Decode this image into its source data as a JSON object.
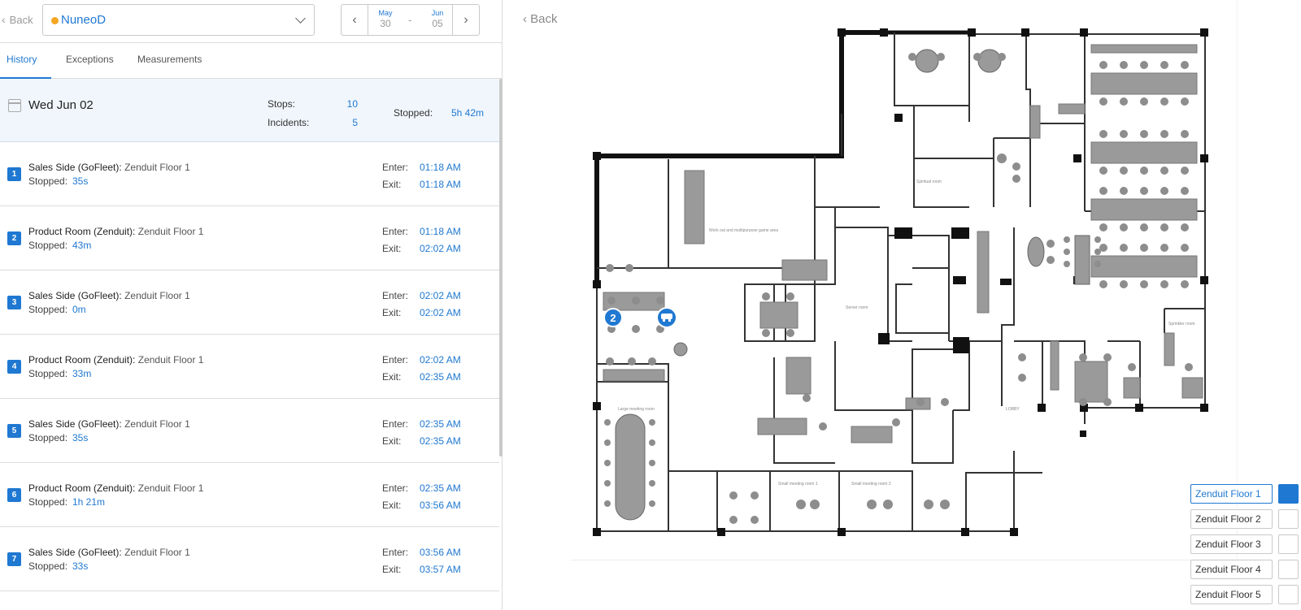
{
  "header": {
    "back_label": "Back",
    "device_name": "NuneoD",
    "date_range": {
      "from_month": "May",
      "from_day": "30",
      "separator": "-",
      "to_month": "Jun",
      "to_day": "05"
    }
  },
  "tabs": [
    {
      "label": "History",
      "active": true
    },
    {
      "label": "Exceptions",
      "active": false
    },
    {
      "label": "Measurements",
      "active": false
    }
  ],
  "summary": {
    "date": "Wed Jun 02",
    "stops_label": "Stops:",
    "stops_value": "10",
    "incidents_label": "Incidents:",
    "incidents_value": "5",
    "stopped_label": "Stopped:",
    "stopped_value": "5h 42m"
  },
  "labels": {
    "stopped": "Stopped:",
    "enter": "Enter:",
    "exit": "Exit:"
  },
  "stops": [
    {
      "num": "1",
      "zone": "Sales Side (GoFleet):",
      "floor": "Zenduit Floor 1",
      "stopped": "35s",
      "enter": "01:18 AM",
      "exit": "01:18 AM"
    },
    {
      "num": "2",
      "zone": "Product Room (Zenduit):",
      "floor": "Zenduit Floor 1",
      "stopped": "43m",
      "enter": "01:18 AM",
      "exit": "02:02 AM"
    },
    {
      "num": "3",
      "zone": "Sales Side (GoFleet):",
      "floor": "Zenduit Floor 1",
      "stopped": "0m",
      "enter": "02:02 AM",
      "exit": "02:02 AM"
    },
    {
      "num": "4",
      "zone": "Product Room (Zenduit):",
      "floor": "Zenduit Floor 1",
      "stopped": "33m",
      "enter": "02:02 AM",
      "exit": "02:35 AM"
    },
    {
      "num": "5",
      "zone": "Sales Side (GoFleet):",
      "floor": "Zenduit Floor 1",
      "stopped": "35s",
      "enter": "02:35 AM",
      "exit": "02:35 AM"
    },
    {
      "num": "6",
      "zone": "Product Room (Zenduit):",
      "floor": "Zenduit Floor 1",
      "stopped": "1h 21m",
      "enter": "02:35 AM",
      "exit": "03:56 AM"
    },
    {
      "num": "7",
      "zone": "Sales Side (GoFleet):",
      "floor": "Zenduit Floor 1",
      "stopped": "33s",
      "enter": "03:56 AM",
      "exit": "03:57 AM"
    }
  ],
  "map": {
    "back_label": "Back",
    "marker_label": "2",
    "rooms": {
      "spiritual": "Spiritual room",
      "workout": "Work out and multipurpose game area",
      "server": "Server room",
      "sprinkler": "Sprinkler room",
      "lobby": "LOBBY",
      "large_meeting": "Large meeting room",
      "small_meeting_1": "Small meeting room 1",
      "small_meeting_2": "Small meeting room 2"
    },
    "floors": [
      {
        "label": "Zenduit Floor 1",
        "active": true
      },
      {
        "label": "Zenduit Floor 2",
        "active": false
      },
      {
        "label": "Zenduit Floor 3",
        "active": false
      },
      {
        "label": "Zenduit Floor 4",
        "active": false
      },
      {
        "label": "Zenduit Floor 5",
        "active": false
      }
    ]
  },
  "colors": {
    "accent": "#1f78d1",
    "device_dot": "#f5a623",
    "summary_bg": "#f0f6fc"
  }
}
